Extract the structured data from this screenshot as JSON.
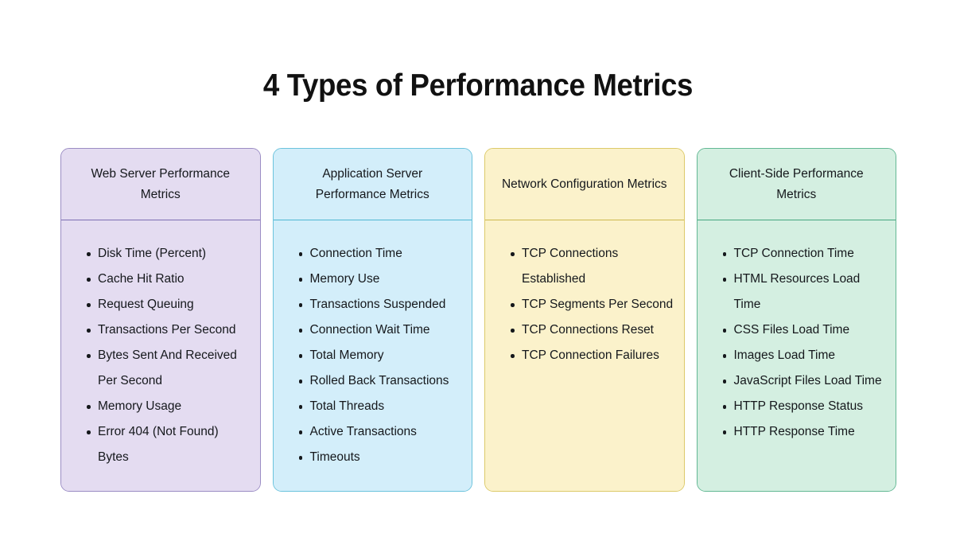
{
  "page": {
    "title": "4 Types of Performance Metrics",
    "background_color": "#ffffff",
    "text_color": "#15181c"
  },
  "cards": [
    {
      "header": "Web Server Performance Metrics",
      "accent_color": "#9b8dc4",
      "background_color": "#e4dcf1",
      "divider_color": "#7d6fb3",
      "items": [
        "Disk Time (Percent)",
        "Cache Hit Ratio",
        "Request Queuing",
        "Transactions Per Second",
        "Bytes Sent And Received Per Second",
        "Memory Usage",
        "Error 404 (Not Found) Bytes"
      ]
    },
    {
      "header": "Application Server Performance Metrics",
      "accent_color": "#6cc3dc",
      "background_color": "#d3eefa",
      "divider_color": "#4fb7d2",
      "items": [
        "Connection Time",
        "Memory Use",
        "Transactions Suspended",
        "Connection Wait Time",
        "Total Memory",
        "Rolled Back Transactions",
        "Total Threads",
        "Active Transactions",
        "Timeouts"
      ]
    },
    {
      "header": "Network Configuration Metrics",
      "accent_color": "#dcca6a",
      "background_color": "#fbf2cb",
      "divider_color": "#cdb94f",
      "items": [
        "TCP Connections Established",
        "TCP Segments Per Second",
        "TCP Connections Reset",
        "TCP Connection Failures"
      ]
    },
    {
      "header": "Client-Side Performance Metrics",
      "accent_color": "#63b894",
      "background_color": "#d4efe1",
      "divider_color": "#45a67f",
      "items": [
        "TCP Connection Time",
        "HTML Resources Load Time",
        "CSS Files Load Time",
        "Images Load Time",
        "JavaScript Files Load Time",
        "HTTP Response Status",
        "HTTP Response Time"
      ]
    }
  ]
}
